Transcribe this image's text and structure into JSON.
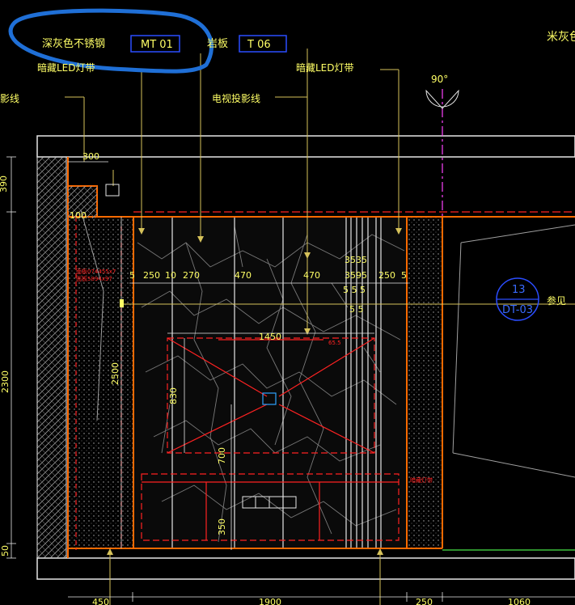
{
  "colors": {
    "background": "#000000",
    "annotation": "#ffff66",
    "leader": "#d6c25a",
    "wall": "#ff6a00",
    "red_line": "#ff2222",
    "white_line": "#e6e6e6",
    "magenta": "#ff44ff",
    "highlight": "#1f6fd6",
    "tag_blue": "#2b4dff"
  },
  "labels": {
    "stainless": "深灰色不锈钢",
    "mt_tag": "MT 01",
    "stone_label": "岩板",
    "t_tag": "T 06",
    "led_left": "暗藏LED灯带",
    "led_right": "暗藏LED灯带",
    "cut_left": "影线",
    "tv_wall": "电视投影线",
    "top_right": "米灰色",
    "angle": "90°",
    "ref_number": "13",
    "ref_sheet": "DT-03",
    "ref_note": "参见"
  },
  "dimensions": {
    "d300": "300",
    "d100": "100",
    "d390": "390",
    "d2300": "2300",
    "d50": "50",
    "d2500": "2500",
    "row1": [
      "5",
      "250",
      "10",
      "270",
      "470",
      "470",
      "3535",
      "250",
      "5"
    ],
    "d3595": "3595",
    "d555": "5 5 5",
    "d55": "5 5",
    "d1450": "1450",
    "d830": "830",
    "d700": "700",
    "d350": "350",
    "bottom": [
      "450",
      "1900",
      "250",
      "1060"
    ]
  },
  "small_notes": {
    "left_red_1": "面板074455x7",
    "left_red_2": "面板5894x97",
    "right_red": "暗藏灯带",
    "center_red": "65.5"
  }
}
